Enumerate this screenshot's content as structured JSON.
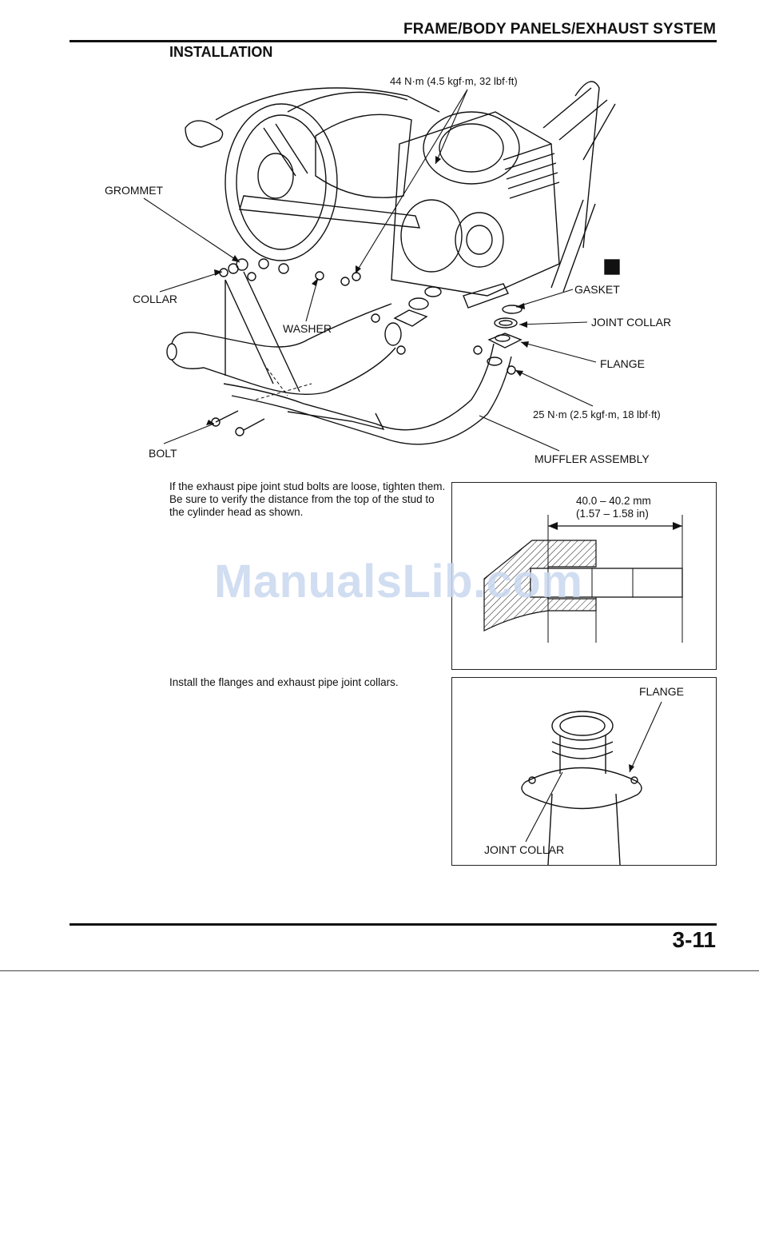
{
  "header": {
    "section": "FRAME/BODY PANELS/EXHAUST SYSTEM",
    "subtitle": "INSTALLATION"
  },
  "main_figure": {
    "labels": {
      "torque_top": "44 N·m (4.5 kgf·m, 32 lbf·ft)",
      "grommet": "GROMMET",
      "collar": "COLLAR",
      "washer": "WASHER",
      "gasket": "GASKET",
      "joint_collar": "JOINT COLLAR",
      "flange": "FLANGE",
      "torque_bottom": "25 N·m (2.5 kgf·m, 18 lbf·ft)",
      "bolt": "BOLT",
      "muffler": "MUFFLER ASSEMBLY"
    }
  },
  "step1": {
    "text": "If the exhaust pipe joint stud bolts are loose, tighten them. Be sure to verify the distance from the top of the stud to the cylinder head as shown.",
    "dimension_mm": "40.0 – 40.2 mm",
    "dimension_in": "(1.57 – 1.58 in)"
  },
  "step2": {
    "text": "Install the flanges and exhaust pipe joint collars.",
    "label_flange": "FLANGE",
    "label_joint_collar": "JOINT COLLAR"
  },
  "watermark": "ManualsLib.com",
  "footer": {
    "page": "3-11"
  }
}
